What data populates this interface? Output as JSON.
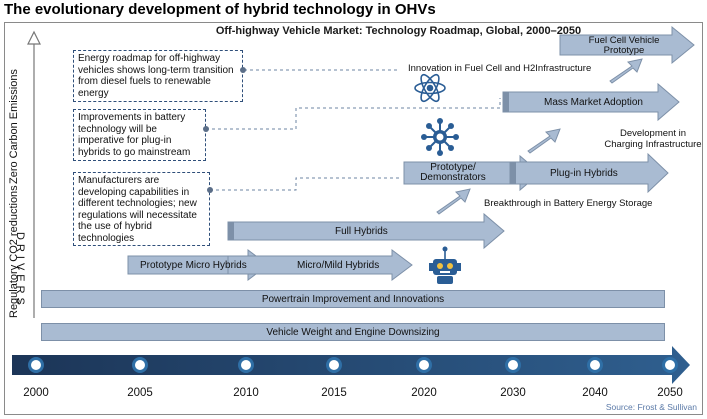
{
  "title": "The evolutionary development of hybrid technology in OHVs",
  "subtitle": "Off-highway Vehicle Market: Technology Roadmap, Global, 2000–2050",
  "axis_labels": {
    "left_outer": "Regulatory CO2 reductions",
    "left_upper": "Zero Carbon Emissions",
    "drivers": "DRIVERS"
  },
  "notes": [
    "Energy roadmap for off-highway vehicles shows long-term transition from diesel fuels to renewable energy",
    "Improvements in battery technology will be imperative for plug-in hybrids to go mainstream",
    "Manufacturers are developing capabilities in different technologies; new regulations will necessitate the use of hybrid technologies"
  ],
  "stages": {
    "prototype_micro": "Prototype Micro Hybrids",
    "micro_mild": "Micro/Mild Hybrids",
    "full_hybrids": "Full Hybrids",
    "prototype_demonstrators": "Prototype/ Demonstrators",
    "plugin_hybrids": "Plug-in Hybrids",
    "mass_market": "Mass Market Adoption",
    "fuel_cell": "Fuel Cell Vehicle Prototype"
  },
  "enablers": {
    "fuel_cell_innovation": "Innovation in Fuel Cell and H2Infrastructure",
    "charging": "Development in Charging Infrastructure",
    "battery": "Breakthrough in Battery Energy Storage"
  },
  "bars": {
    "powertrain": "Powertrain Improvement and Innovations",
    "weight": "Vehicle Weight and Engine Downsizing"
  },
  "timeline_years": [
    "2000",
    "2005",
    "2010",
    "2015",
    "2020",
    "2030",
    "2040",
    "2050"
  ],
  "source": "Source: Frost & Sullivan",
  "colors": {
    "arrow_fill": "#a9bbd2",
    "arrow_stroke": "#7d90a8",
    "timeline_dark": "#1c3557",
    "timeline_accent": "#2f6fa6",
    "icon_blue": "#2a5d95"
  },
  "icons": [
    "atom-icon",
    "network-hub-icon",
    "robot-icon"
  ]
}
